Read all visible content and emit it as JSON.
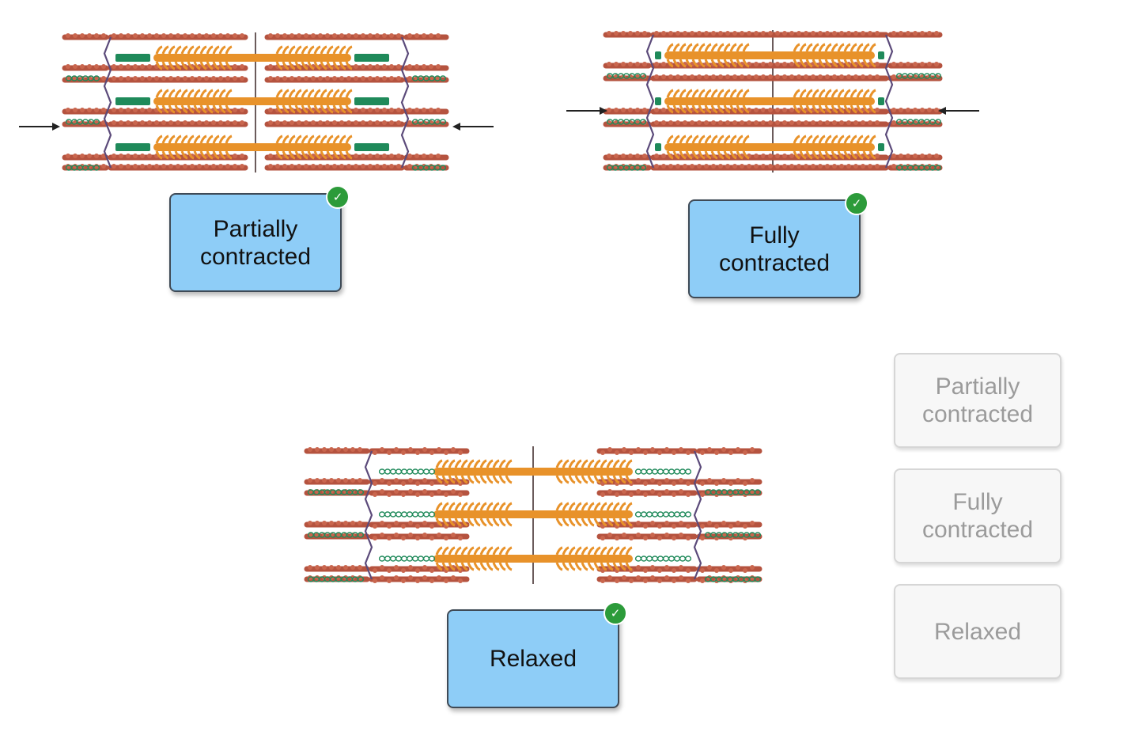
{
  "placed_labels": [
    {
      "id": "partial",
      "text": "Partially\ncontracted",
      "correct": true
    },
    {
      "id": "full",
      "text": "Fully\ncontracted",
      "correct": true
    },
    {
      "id": "relaxed",
      "text": "Relaxed",
      "correct": true
    }
  ],
  "label_bank": [
    {
      "text": "Partially\ncontracted"
    },
    {
      "text": "Fully\ncontracted"
    },
    {
      "text": "Relaxed"
    }
  ],
  "colors": {
    "label_fill": "#8ecdf7",
    "label_border": "#3f4a56",
    "check_green": "#2c9b3a",
    "myosin_orange": "#e8922a",
    "actin_red": "#b5533f",
    "titin_green": "#1f8a5a",
    "zdisc_purple": "#5b4a7a"
  },
  "icons": {
    "check": "check-circle-icon",
    "arrow_right": "arrow-right-icon",
    "arrow_left": "arrow-left-icon"
  }
}
